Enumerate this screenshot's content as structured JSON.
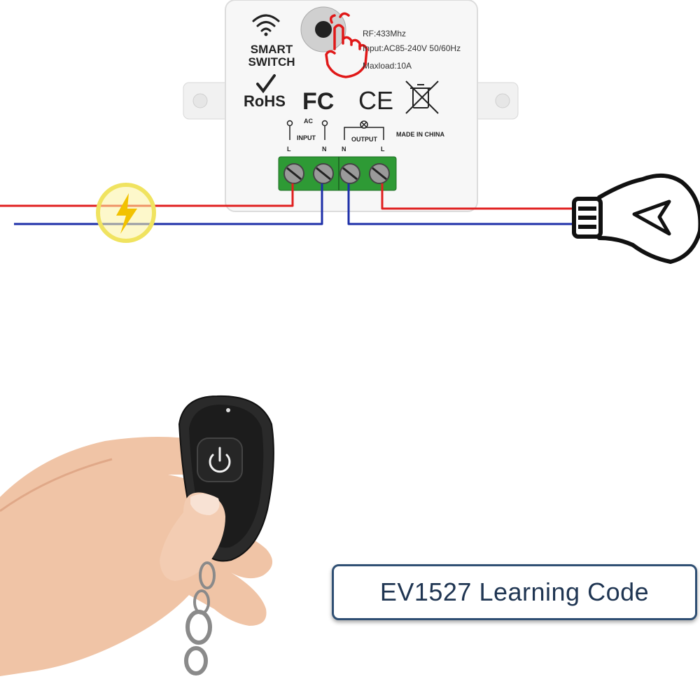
{
  "device": {
    "brand_line1": "SMART",
    "brand_line2": "SWITCH",
    "spec_rf": "RF:433Mhz",
    "spec_input": "Input:AC85-240V 50/60Hz",
    "spec_maxload": "Maxload:10A",
    "cert_rohs": "RoHS",
    "cert_fc": "FC",
    "cert_ce": "CE",
    "ac_label": "AC",
    "input_label": "INPUT",
    "output_label": "OUTPUT",
    "made_in": "MADE IN CHINA",
    "terminal_in_l": "L",
    "terminal_in_n": "N",
    "terminal_out_n": "N",
    "terminal_out_l": "L"
  },
  "wires": {
    "live_color": "#e02020",
    "neutral_color": "#1d2fa8"
  },
  "icons": [
    "wifi-icon",
    "hand-press-icon",
    "power-bolt-icon",
    "light-bulb-icon",
    "power-button-icon",
    "weee-bin-icon"
  ],
  "code_badge": {
    "label": "EV1527 Learning Code"
  }
}
